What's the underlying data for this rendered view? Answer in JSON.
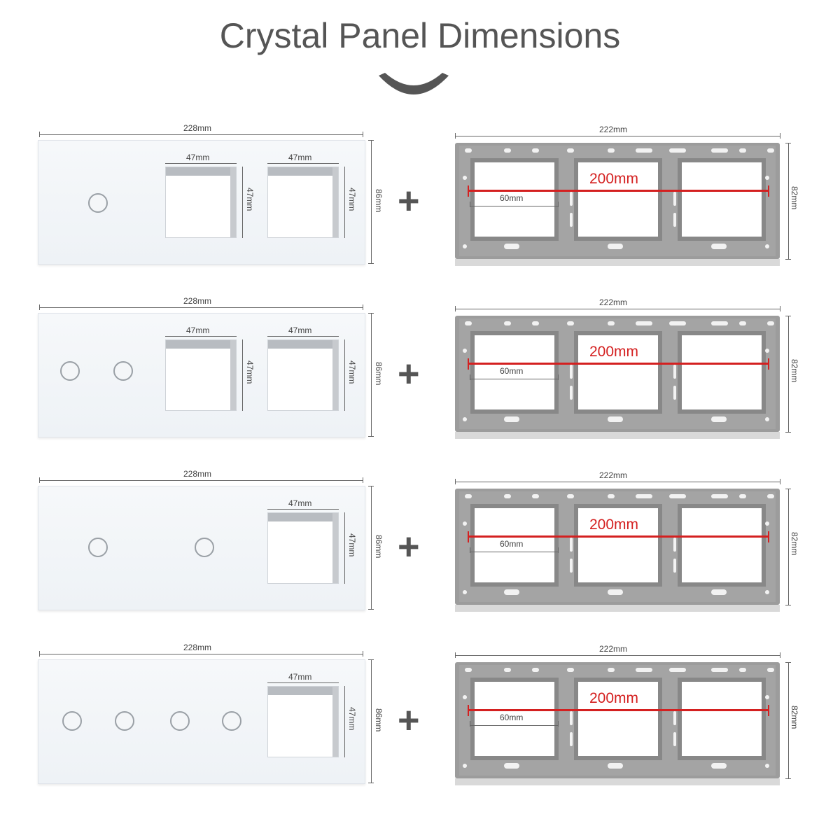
{
  "title": "Crystal Panel Dimensions",
  "colors": {
    "accent": "#d42020",
    "text": "#555555",
    "frame": "#9a9a9a"
  },
  "rows": [
    {
      "panel_width": "228mm",
      "panel_height": "86mm",
      "socket_w": [
        "47mm",
        "47mm"
      ],
      "socket_h": [
        "47mm",
        "47mm"
      ],
      "buttons": 1,
      "frame_width": "222mm",
      "frame_height": "82mm",
      "span": "200mm",
      "pitch": "60mm",
      "plus": "+"
    },
    {
      "panel_width": "228mm",
      "panel_height": "86mm",
      "socket_w": [
        "47mm",
        "47mm"
      ],
      "socket_h": [
        "47mm",
        "47mm"
      ],
      "buttons": 2,
      "frame_width": "222mm",
      "frame_height": "82mm",
      "span": "200mm",
      "pitch": "60mm",
      "plus": "+"
    },
    {
      "panel_width": "228mm",
      "panel_height": "86mm",
      "socket_w": [
        "47mm"
      ],
      "socket_h": [
        "47mm"
      ],
      "buttons": 2,
      "frame_width": "222mm",
      "frame_height": "82mm",
      "span": "200mm",
      "pitch": "60mm",
      "plus": "+"
    },
    {
      "panel_width": "228mm",
      "panel_height": "86mm",
      "socket_w": [
        "47mm"
      ],
      "socket_h": [
        "47mm"
      ],
      "buttons": 4,
      "frame_width": "222mm",
      "frame_height": "82mm",
      "span": "200mm",
      "pitch": "60mm",
      "plus": "+"
    }
  ]
}
